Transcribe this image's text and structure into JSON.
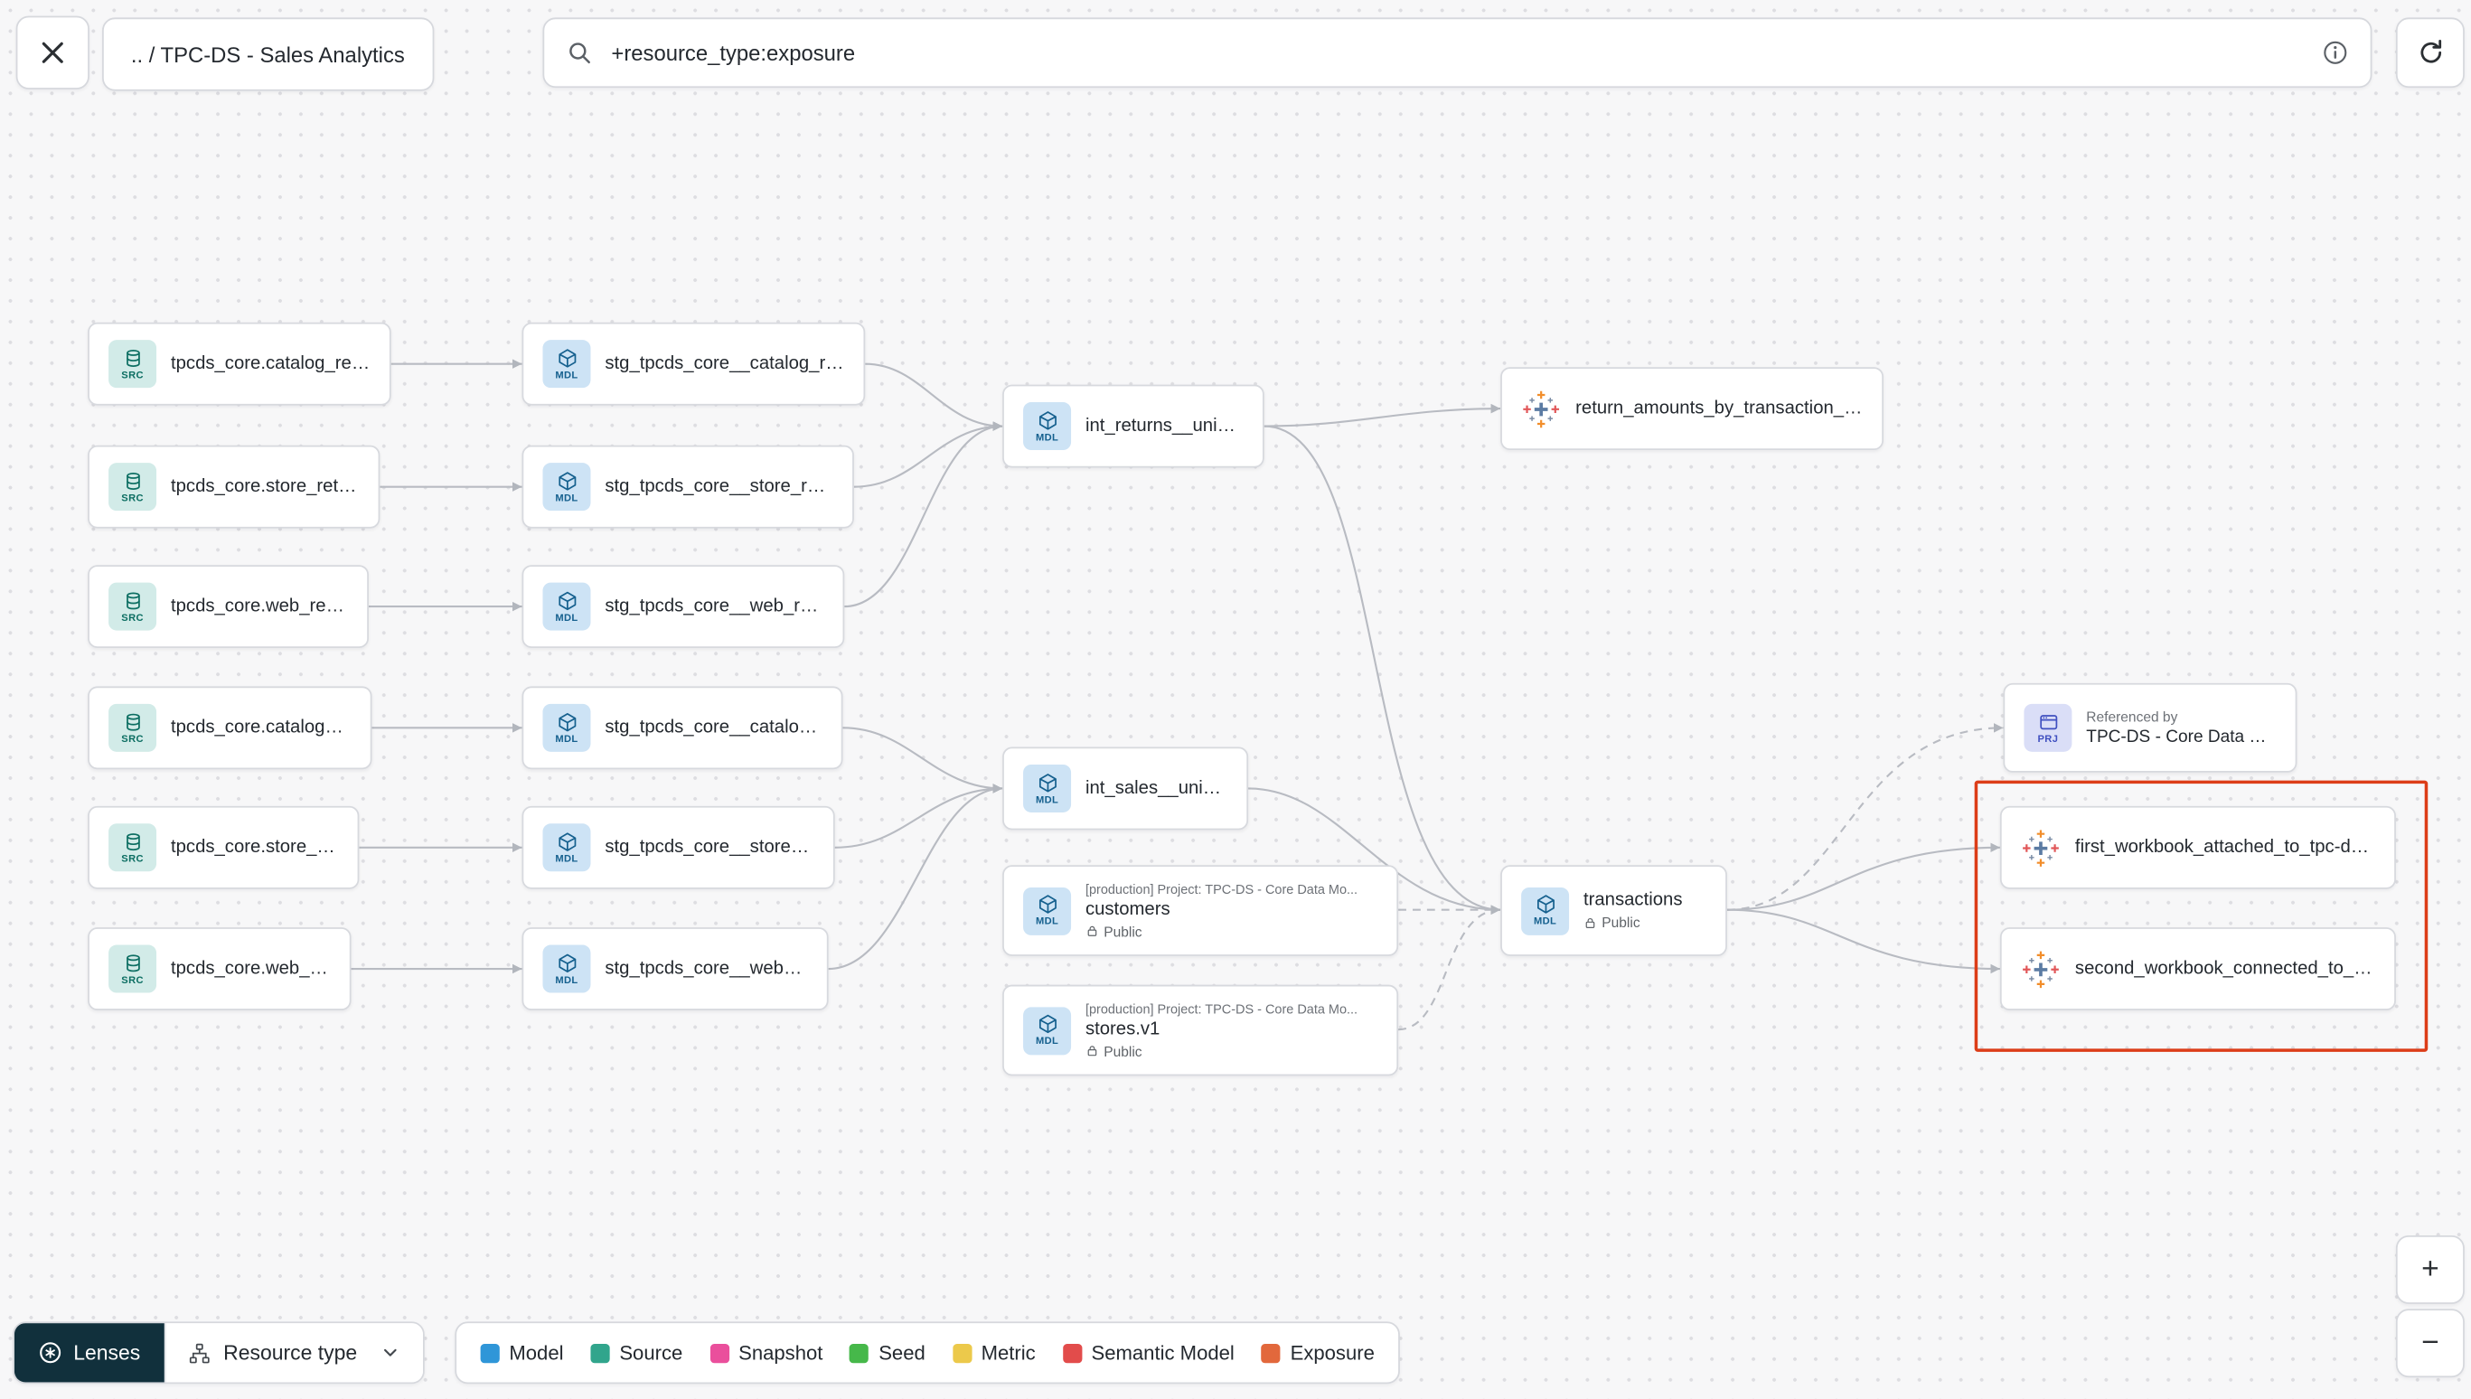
{
  "topbar": {
    "breadcrumb": ".. / TPC-DS - Sales Analytics",
    "search": {
      "value": "+resource_type:exposure"
    }
  },
  "badges": {
    "src": "SRC",
    "mdl": "MDL",
    "prj": "PRJ"
  },
  "graph": {
    "nodes": {
      "src_catalog_returns": {
        "label": "tpcds_core.catalog_returns"
      },
      "src_store_returns": {
        "label": "tpcds_core.store_returns"
      },
      "src_web_returns": {
        "label": "tpcds_core.web_returns"
      },
      "src_catalog_sales": {
        "label": "tpcds_core.catalog_sales"
      },
      "src_store_sales": {
        "label": "tpcds_core.store_sales"
      },
      "src_web_sales": {
        "label": "tpcds_core.web_sales"
      },
      "stg_catalog_returns": {
        "label": "stg_tpcds_core__catalog_returns"
      },
      "stg_store_returns": {
        "label": "stg_tpcds_core__store_returns"
      },
      "stg_web_returns": {
        "label": "stg_tpcds_core__web_returns"
      },
      "stg_catalog_sales": {
        "label": "stg_tpcds_core__catalog_sales"
      },
      "stg_store_sales": {
        "label": "stg_tpcds_core__store_sales"
      },
      "stg_web_sales": {
        "label": "stg_tpcds_core__web_sales"
      },
      "int_returns": {
        "label": "int_returns__unioned"
      },
      "int_sales": {
        "label": "int_sales__unioned"
      },
      "customers": {
        "project": "[production] Project: TPC-DS - Core Data Mo...",
        "label": "customers",
        "access": "Public"
      },
      "stores": {
        "project": "[production] Project: TPC-DS - Core Data Mo...",
        "label": "stores.v1",
        "access": "Public"
      },
      "return_amounts": {
        "label": "return_amounts_by_transaction_type"
      },
      "transactions": {
        "label": "transactions",
        "access": "Public"
      },
      "referenced_by": {
        "title": "Referenced by",
        "label": "TPC-DS - Core Data Models"
      },
      "first_workbook": {
        "label": "first_workbook_attached_to_tpc-ds_-_..."
      },
      "second_workbook": {
        "label": "second_workbook_connected_to_live..."
      }
    }
  },
  "footer": {
    "lenses_label": "Lenses",
    "resource_type_label": "Resource type",
    "legend": [
      {
        "label": "Model",
        "color": "#2f96d8"
      },
      {
        "label": "Source",
        "color": "#31a58c"
      },
      {
        "label": "Snapshot",
        "color": "#ea4f9c"
      },
      {
        "label": "Seed",
        "color": "#46b84a"
      },
      {
        "label": "Metric",
        "color": "#ecc94b"
      },
      {
        "label": "Semantic Model",
        "color": "#e24c4b"
      },
      {
        "label": "Exposure",
        "color": "#e2683c"
      }
    ],
    "zoom_in": "+",
    "zoom_out": "−"
  }
}
